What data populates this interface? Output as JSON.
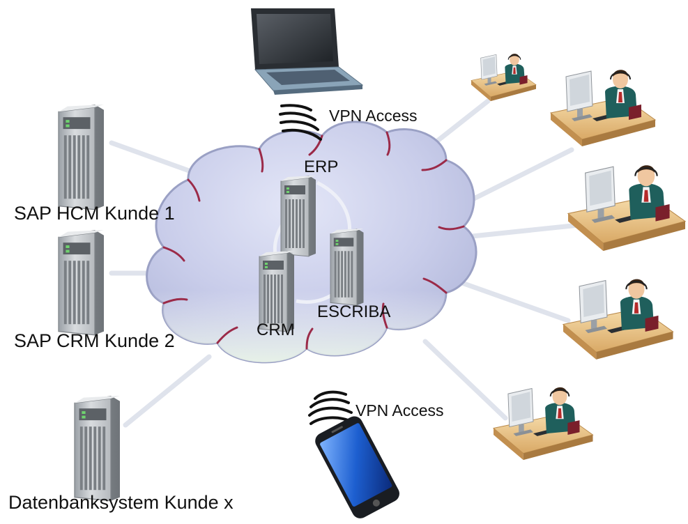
{
  "labels": {
    "sap_hcm": "SAP HCM Kunde 1",
    "sap_crm": "SAP CRM Kunde 2",
    "db_system": "Datenbanksystem Kunde x",
    "erp": "ERP",
    "crm": "CRM",
    "escriba": "ESCRIBA",
    "vpn_top": "VPN Access",
    "vpn_bottom": "VPN Access"
  },
  "icons": {
    "customer_servers": [
      "server-icon",
      "server-icon",
      "server-icon"
    ],
    "cloud_servers": [
      "server-icon",
      "server-icon",
      "server-icon"
    ],
    "remote_devices": [
      "laptop-icon",
      "smartphone-icon"
    ],
    "workstations": [
      "call-center-agent-icon",
      "call-center-agent-icon",
      "call-center-agent-icon",
      "call-center-agent-icon",
      "call-center-agent-icon"
    ]
  },
  "colors": {
    "cloud_fill": "#c9cdea",
    "cloud_edge": "#9aa0c4",
    "cloud_stitch": "#9b2a48",
    "link_line": "#dfe3ec",
    "server_body": "#c4c8cc",
    "desk": "#e8c48a",
    "agent_jacket": "#1f5f5c"
  }
}
